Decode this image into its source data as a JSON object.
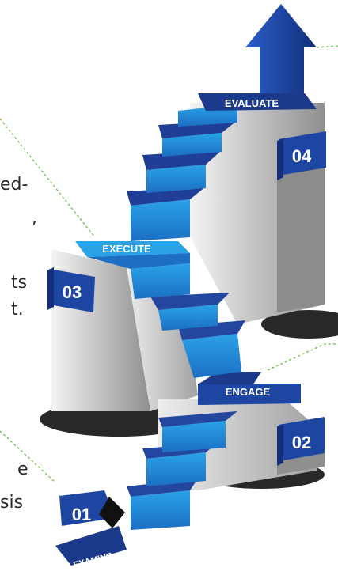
{
  "steps": [
    {
      "number": "01",
      "label": "EXAMINE"
    },
    {
      "number": "02",
      "label": "ENGAGE"
    },
    {
      "number": "03",
      "label": "EXECUTE"
    },
    {
      "number": "04",
      "label": "EVALUATE"
    }
  ],
  "side_text_fragments": [
    "ed-",
    ",",
    "ts",
    "t.",
    "e",
    "sis"
  ],
  "colors": {
    "step_top_dark": "#1b3a8c",
    "step_riser_light": "#1f8fd8",
    "badge_blue": "#1d46a3",
    "connector": "#6dbf4a",
    "wall_light": "#f2f2f2",
    "wall_dark": "#9a9a9a"
  }
}
